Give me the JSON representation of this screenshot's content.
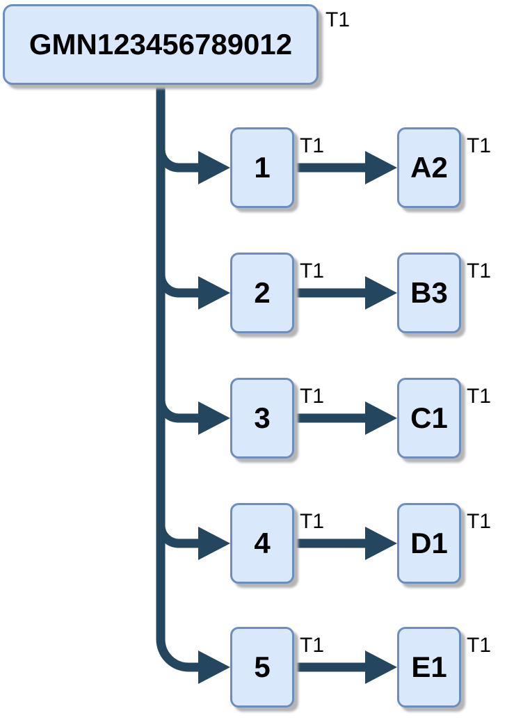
{
  "theme": {
    "node-fill": "#dae8fc",
    "node-border": "#6c8ebf",
    "connector": "#24465e",
    "shadow": "#b5b5b5",
    "text": "#000000",
    "background": "#ffffff"
  },
  "diagram": {
    "root": {
      "label": "GMN123456789012",
      "tag": "T1"
    },
    "rows": [
      {
        "source": {
          "label": "1",
          "tag": "T1"
        },
        "target": {
          "label": "A2",
          "tag": "T1"
        }
      },
      {
        "source": {
          "label": "2",
          "tag": "T1"
        },
        "target": {
          "label": "B3",
          "tag": "T1"
        }
      },
      {
        "source": {
          "label": "3",
          "tag": "T1"
        },
        "target": {
          "label": "C1",
          "tag": "T1"
        }
      },
      {
        "source": {
          "label": "4",
          "tag": "T1"
        },
        "target": {
          "label": "D1",
          "tag": "T1"
        }
      },
      {
        "source": {
          "label": "5",
          "tag": "T1"
        },
        "target": {
          "label": "E1",
          "tag": "T1"
        }
      }
    ]
  }
}
